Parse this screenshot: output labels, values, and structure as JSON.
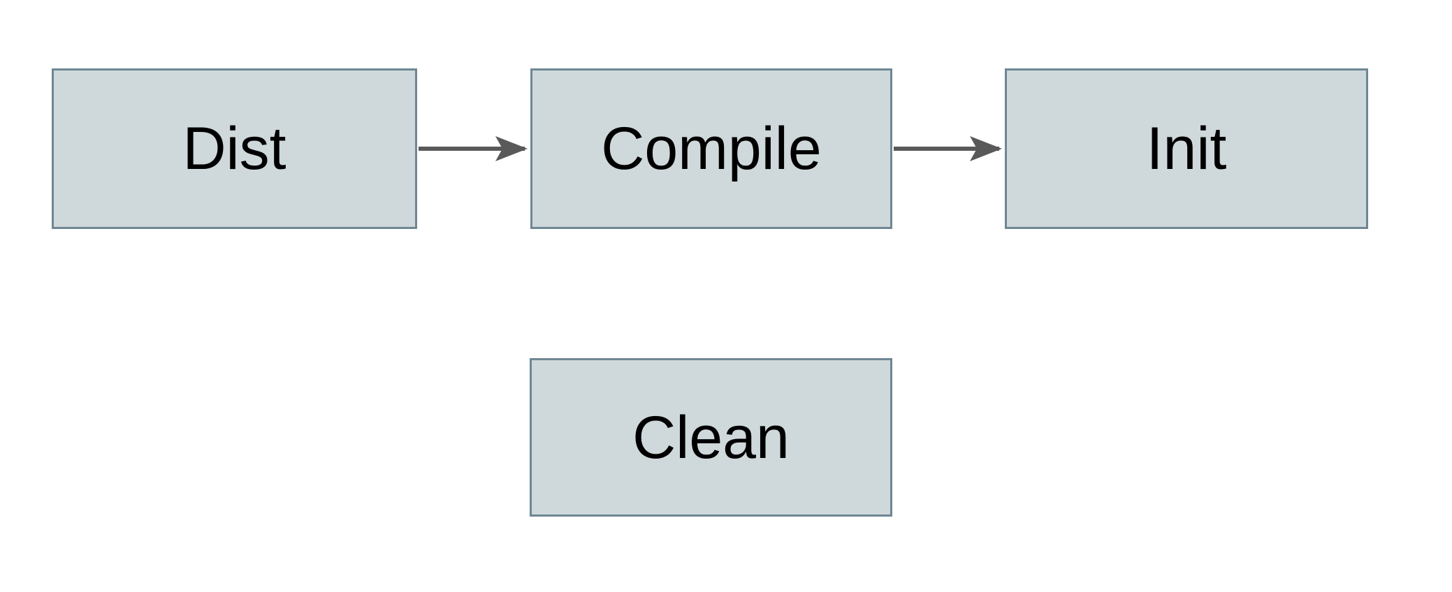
{
  "diagram": {
    "title": "build-targets-flowchart",
    "nodes": [
      {
        "id": "dist",
        "label": "Dist"
      },
      {
        "id": "compile",
        "label": "Compile"
      },
      {
        "id": "init",
        "label": "Init"
      },
      {
        "id": "clean",
        "label": "Clean"
      }
    ],
    "edges": [
      {
        "from": "dist",
        "to": "compile",
        "style": "arrow"
      },
      {
        "from": "compile",
        "to": "init",
        "style": "arrow"
      }
    ],
    "colors": {
      "background": "#ffffff",
      "node_fill": "#cfd8da",
      "node_border": "#6e8794",
      "arrow": "#595959",
      "text": "#000000"
    }
  }
}
